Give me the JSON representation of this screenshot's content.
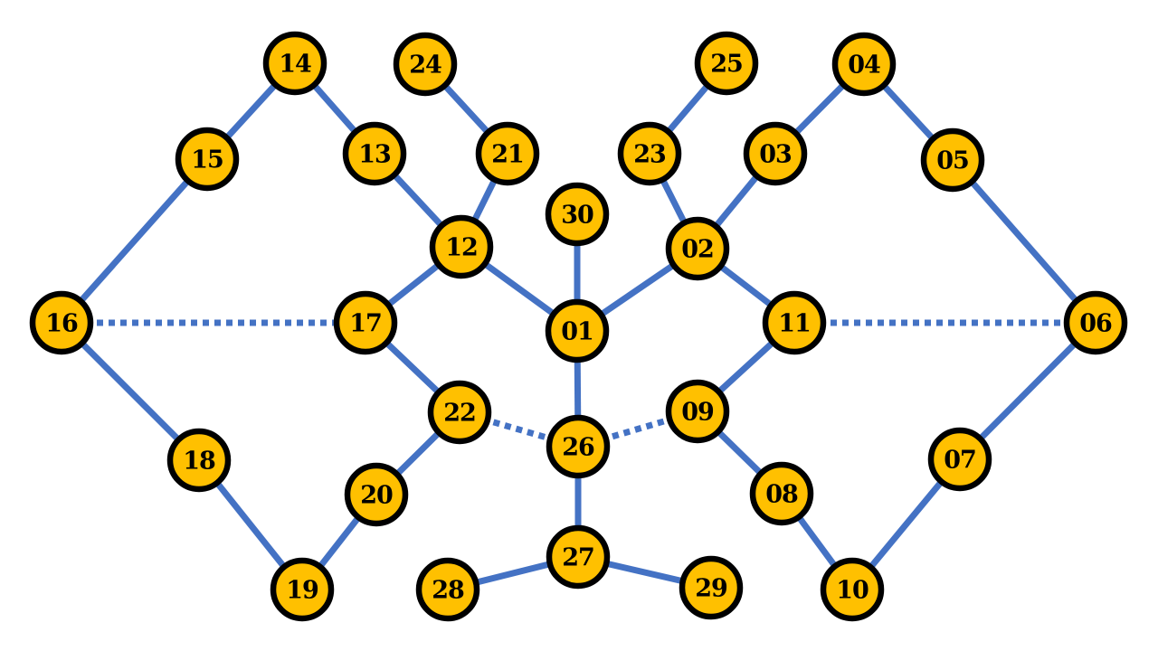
{
  "colors": {
    "node_fill": "#FFC000",
    "node_stroke": "#000000",
    "edge": "#4472C4",
    "background": "#FFFFFF"
  },
  "nodes": [
    {
      "id": "01",
      "label": "01"
    },
    {
      "id": "02",
      "label": "02"
    },
    {
      "id": "03",
      "label": "03"
    },
    {
      "id": "04",
      "label": "04"
    },
    {
      "id": "05",
      "label": "05"
    },
    {
      "id": "06",
      "label": "06"
    },
    {
      "id": "07",
      "label": "07"
    },
    {
      "id": "08",
      "label": "08"
    },
    {
      "id": "09",
      "label": "09"
    },
    {
      "id": "10",
      "label": "10"
    },
    {
      "id": "11",
      "label": "11"
    },
    {
      "id": "12",
      "label": "12"
    },
    {
      "id": "13",
      "label": "13"
    },
    {
      "id": "14",
      "label": "14"
    },
    {
      "id": "15",
      "label": "15"
    },
    {
      "id": "16",
      "label": "16"
    },
    {
      "id": "17",
      "label": "17"
    },
    {
      "id": "18",
      "label": "18"
    },
    {
      "id": "19",
      "label": "19"
    },
    {
      "id": "20",
      "label": "20"
    },
    {
      "id": "21",
      "label": "21"
    },
    {
      "id": "22",
      "label": "22"
    },
    {
      "id": "23",
      "label": "23"
    },
    {
      "id": "24",
      "label": "24"
    },
    {
      "id": "25",
      "label": "25"
    },
    {
      "id": "26",
      "label": "26"
    },
    {
      "id": "27",
      "label": "27"
    },
    {
      "id": "28",
      "label": "28"
    },
    {
      "id": "29",
      "label": "29"
    },
    {
      "id": "30",
      "label": "30"
    }
  ],
  "edges": [
    {
      "from": "01",
      "to": "30",
      "style": "solid"
    },
    {
      "from": "01",
      "to": "12",
      "style": "solid"
    },
    {
      "from": "01",
      "to": "02",
      "style": "solid"
    },
    {
      "from": "01",
      "to": "26",
      "style": "solid"
    },
    {
      "from": "12",
      "to": "13",
      "style": "solid"
    },
    {
      "from": "12",
      "to": "21",
      "style": "solid"
    },
    {
      "from": "12",
      "to": "17",
      "style": "solid"
    },
    {
      "from": "13",
      "to": "14",
      "style": "solid"
    },
    {
      "from": "21",
      "to": "24",
      "style": "solid"
    },
    {
      "from": "14",
      "to": "15",
      "style": "solid"
    },
    {
      "from": "15",
      "to": "16",
      "style": "solid"
    },
    {
      "from": "16",
      "to": "17",
      "style": "dotted"
    },
    {
      "from": "16",
      "to": "18",
      "style": "solid"
    },
    {
      "from": "18",
      "to": "19",
      "style": "solid"
    },
    {
      "from": "19",
      "to": "20",
      "style": "solid"
    },
    {
      "from": "20",
      "to": "22",
      "style": "solid"
    },
    {
      "from": "17",
      "to": "22",
      "style": "solid"
    },
    {
      "from": "22",
      "to": "26",
      "style": "dotted"
    },
    {
      "from": "02",
      "to": "23",
      "style": "solid"
    },
    {
      "from": "02",
      "to": "03",
      "style": "solid"
    },
    {
      "from": "02",
      "to": "11",
      "style": "solid"
    },
    {
      "from": "23",
      "to": "25",
      "style": "solid"
    },
    {
      "from": "03",
      "to": "04",
      "style": "solid"
    },
    {
      "from": "04",
      "to": "05",
      "style": "solid"
    },
    {
      "from": "05",
      "to": "06",
      "style": "solid"
    },
    {
      "from": "06",
      "to": "11",
      "style": "dotted"
    },
    {
      "from": "06",
      "to": "07",
      "style": "solid"
    },
    {
      "from": "07",
      "to": "10",
      "style": "solid"
    },
    {
      "from": "10",
      "to": "08",
      "style": "solid"
    },
    {
      "from": "08",
      "to": "09",
      "style": "solid"
    },
    {
      "from": "09",
      "to": "11",
      "style": "solid"
    },
    {
      "from": "09",
      "to": "26",
      "style": "dotted"
    },
    {
      "from": "26",
      "to": "27",
      "style": "solid"
    },
    {
      "from": "27",
      "to": "28",
      "style": "solid"
    },
    {
      "from": "27",
      "to": "29",
      "style": "solid"
    }
  ]
}
